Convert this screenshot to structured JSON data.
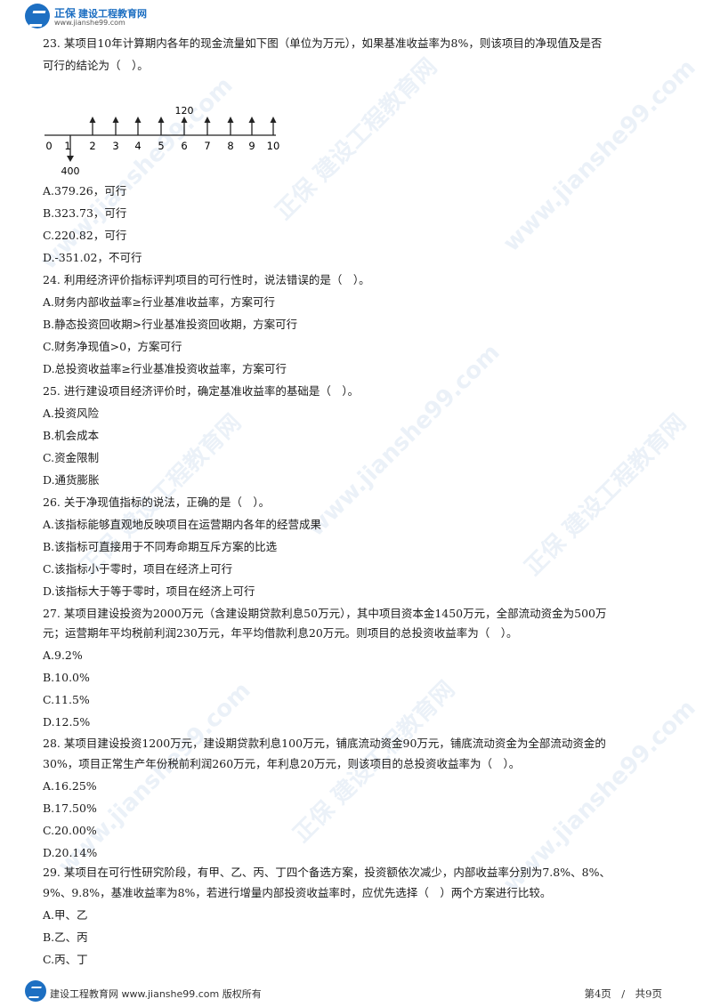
{
  "header": {
    "logo_mark": "正保",
    "logo_name": "建设工程教育网",
    "logo_url": "www.jianshe99.com"
  },
  "watermark": {
    "text": "正保 建设工程教育网",
    "url": "www.jianshe99.com"
  },
  "q23": {
    "line1": "23. 某项目10年计算期内各年的现金流量如下图（单位为万元），如果基准收益率为8%，则该项目的净现值及是否",
    "line2": "可行的结论为（　）。",
    "diagram": {
      "inflow_label": "120",
      "outflow_label": "400",
      "year_labels": [
        "0",
        "1",
        "2",
        "3",
        "4",
        "5",
        "6",
        "7",
        "8",
        "9",
        "10"
      ]
    },
    "options": [
      "A.379.26，可行",
      "B.323.73，可行",
      "C.220.82，可行",
      "D.-351.02，不可行"
    ]
  },
  "q24": {
    "line1": "24. 利用经济评价指标评判项目的可行性时，说法错误的是（　）。",
    "options": [
      "A.财务内部收益率≥行业基准收益率，方案可行",
      "B.静态投资回收期>行业基准投资回收期，方案可行",
      "C.财务净现值>0，方案可行",
      "D.总投资收益率≥行业基准投资收益率，方案可行"
    ]
  },
  "q25": {
    "line1": "25. 进行建设项目经济评价时，确定基准收益率的基础是（　）。",
    "options": [
      "A.投资风险",
      "B.机会成本",
      "C.资金限制",
      "D.通货膨胀"
    ]
  },
  "q26": {
    "line1": "26. 关于净现值指标的说法，正确的是（　）。",
    "options": [
      "A.该指标能够直观地反映项目在运营期内各年的经营成果",
      "B.该指标可直接用于不同寿命期互斥方案的比选",
      "C.该指标小于零时，项目在经济上可行",
      "D.该指标大于等于零时，项目在经济上可行"
    ]
  },
  "q27": {
    "line1": "27. 某项目建设投资为2000万元（含建设期贷款利息50万元），其中项目资本金1450万元，全部流动资金为500万",
    "line2": "元；运营期年平均税前利润230万元，年平均借款利息20万元。则项目的总投资收益率为（　）。",
    "options": [
      "A.9.2%",
      "B.10.0%",
      "C.11.5%",
      "D.12.5%"
    ]
  },
  "q28": {
    "line1": "28. 某项目建设投资1200万元，建设期贷款利息100万元，铺底流动资金90万元，铺底流动资金为全部流动资金的",
    "line2": "30%，项目正常生产年份税前利润260万元，年利息20万元，则该项目的总投资收益率为（　）。",
    "options": [
      "A.16.25%",
      "B.17.50%",
      "C.20.00%",
      "D.20.14%"
    ]
  },
  "q29": {
    "line1": "29. 某项目在可行性研究阶段，有甲、乙、丙、丁四个备选方案，投资额依次减少，内部收益率分别为7.8%、8%、",
    "line2": "9%、9.8%，基准收益率为8%，若进行增量内部投资收益率时，应优先选择（　）两个方案进行比较。",
    "options": [
      "A.甲、乙",
      "B.乙、丙",
      "C.丙、丁"
    ]
  },
  "footer": {
    "left": "建设工程教育网 www.jianshe99.com 版权所有",
    "right": "第4页　/　共9页"
  },
  "colors": {
    "brand_blue": "#1d6fc2",
    "text": "#1a1a1a"
  }
}
